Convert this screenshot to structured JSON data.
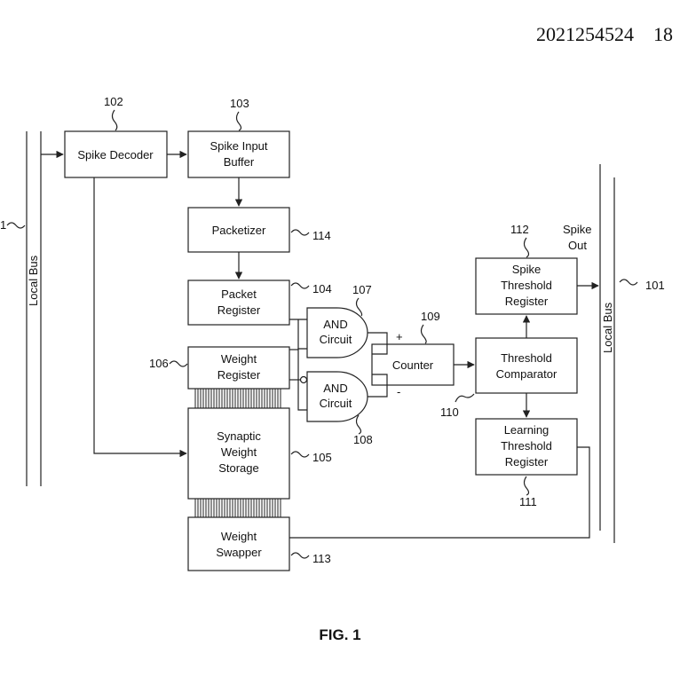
{
  "header": {
    "doc_number": "2021254524",
    "page_number": "18"
  },
  "figure_caption": "FIG. 1",
  "buses": {
    "left_label": "Local Bus",
    "right_label": "Local Bus",
    "left_ref": "1",
    "right_ref": "101"
  },
  "blocks": {
    "spike_decoder": {
      "lines": [
        "Spike Decoder"
      ],
      "ref": "102"
    },
    "spike_input_buffer": {
      "lines": [
        "Spike Input",
        "Buffer"
      ],
      "ref": "103"
    },
    "packetizer": {
      "lines": [
        "Packetizer"
      ],
      "ref": "114"
    },
    "packet_register": {
      "lines": [
        "Packet",
        "Register"
      ],
      "ref": "104"
    },
    "weight_register": {
      "lines": [
        "Weight",
        "Register"
      ],
      "ref": "106"
    },
    "synaptic_weight_storage": {
      "lines": [
        "Synaptic",
        "Weight",
        "Storage"
      ],
      "ref": "105"
    },
    "weight_swapper": {
      "lines": [
        "Weight",
        "Swapper"
      ],
      "ref": "113"
    },
    "and_circuit_top": {
      "lines": [
        "AND",
        "Circuit"
      ],
      "ref": "107"
    },
    "and_circuit_bottom": {
      "lines": [
        "AND",
        "Circuit"
      ],
      "ref": "108"
    },
    "counter": {
      "lines": [
        "Counter"
      ],
      "ref": "109"
    },
    "threshold_comparator": {
      "lines": [
        "Threshold",
        "Comparator"
      ],
      "ref": "110"
    },
    "spike_threshold_register": {
      "lines": [
        "Spike",
        "Threshold",
        "Register"
      ],
      "ref": "112"
    },
    "learning_threshold_register": {
      "lines": [
        "Learning",
        "Threshold",
        "Register"
      ],
      "ref": "111"
    }
  },
  "spike_out_label": [
    "Spike",
    "Out"
  ],
  "counter_inputs": {
    "plus": "+",
    "minus": "-"
  }
}
